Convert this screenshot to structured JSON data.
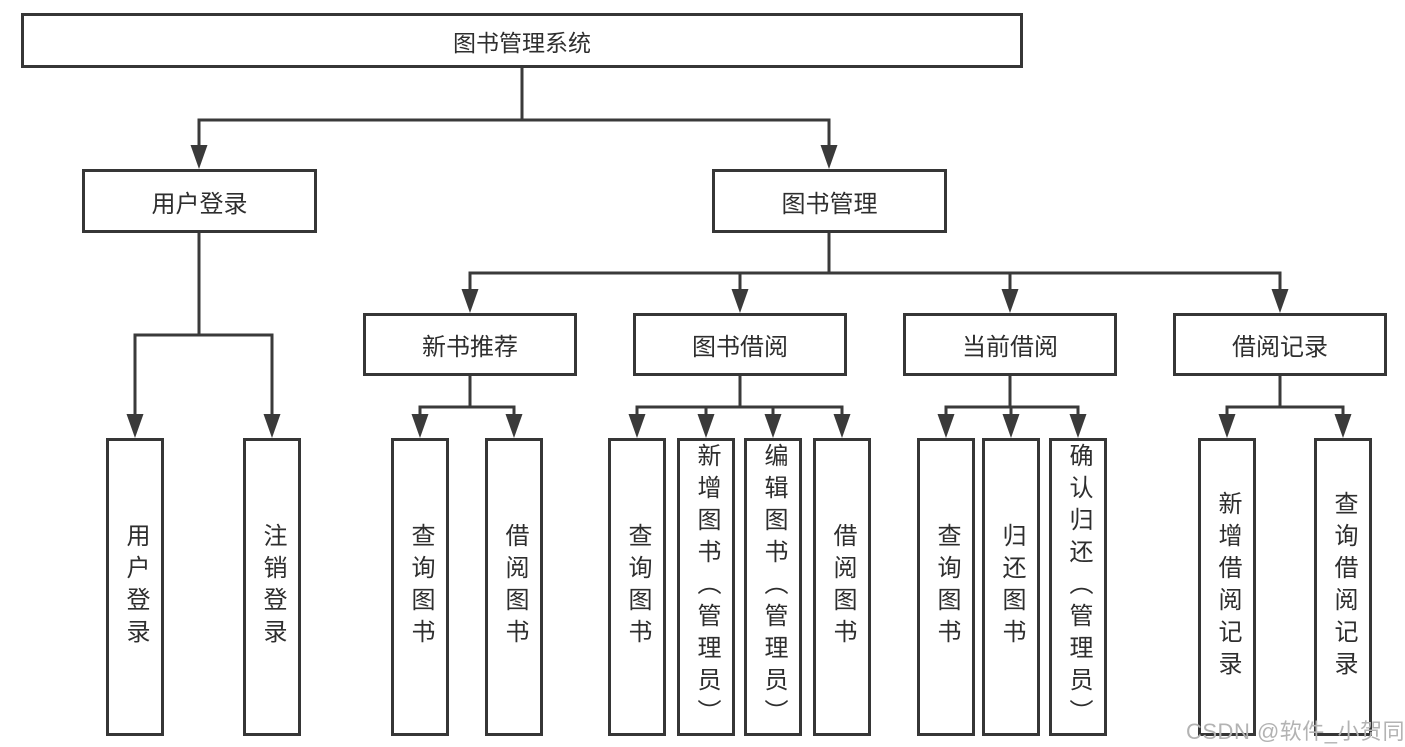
{
  "tree": {
    "label": "图书管理系统",
    "children": [
      {
        "label": "用户登录",
        "children": [
          {
            "label": "用户登录"
          },
          {
            "label": "注销登录"
          }
        ]
      },
      {
        "label": "图书管理",
        "children": [
          {
            "label": "新书推荐",
            "children": [
              {
                "label": "查询图书"
              },
              {
                "label": "借阅图书"
              }
            ]
          },
          {
            "label": "图书借阅",
            "children": [
              {
                "label": "查询图书"
              },
              {
                "label": "新增图书（管理员）"
              },
              {
                "label": "编辑图书（管理员）"
              },
              {
                "label": "借阅图书"
              }
            ]
          },
          {
            "label": "当前借阅",
            "children": [
              {
                "label": "查询图书"
              },
              {
                "label": "归还图书"
              },
              {
                "label": "确认归还（管理员）"
              }
            ]
          },
          {
            "label": "借阅记录",
            "children": [
              {
                "label": "新增借阅记录"
              },
              {
                "label": "查询借阅记录"
              }
            ]
          }
        ]
      }
    ]
  },
  "watermark": {
    "text": "CSDN @软件_小贺同学"
  },
  "colors": {
    "line": "#3a3a3a",
    "box-border": "#363636",
    "text": "#2e2e2e",
    "watermark": "#b3b3b3",
    "background": "#ffffff"
  }
}
